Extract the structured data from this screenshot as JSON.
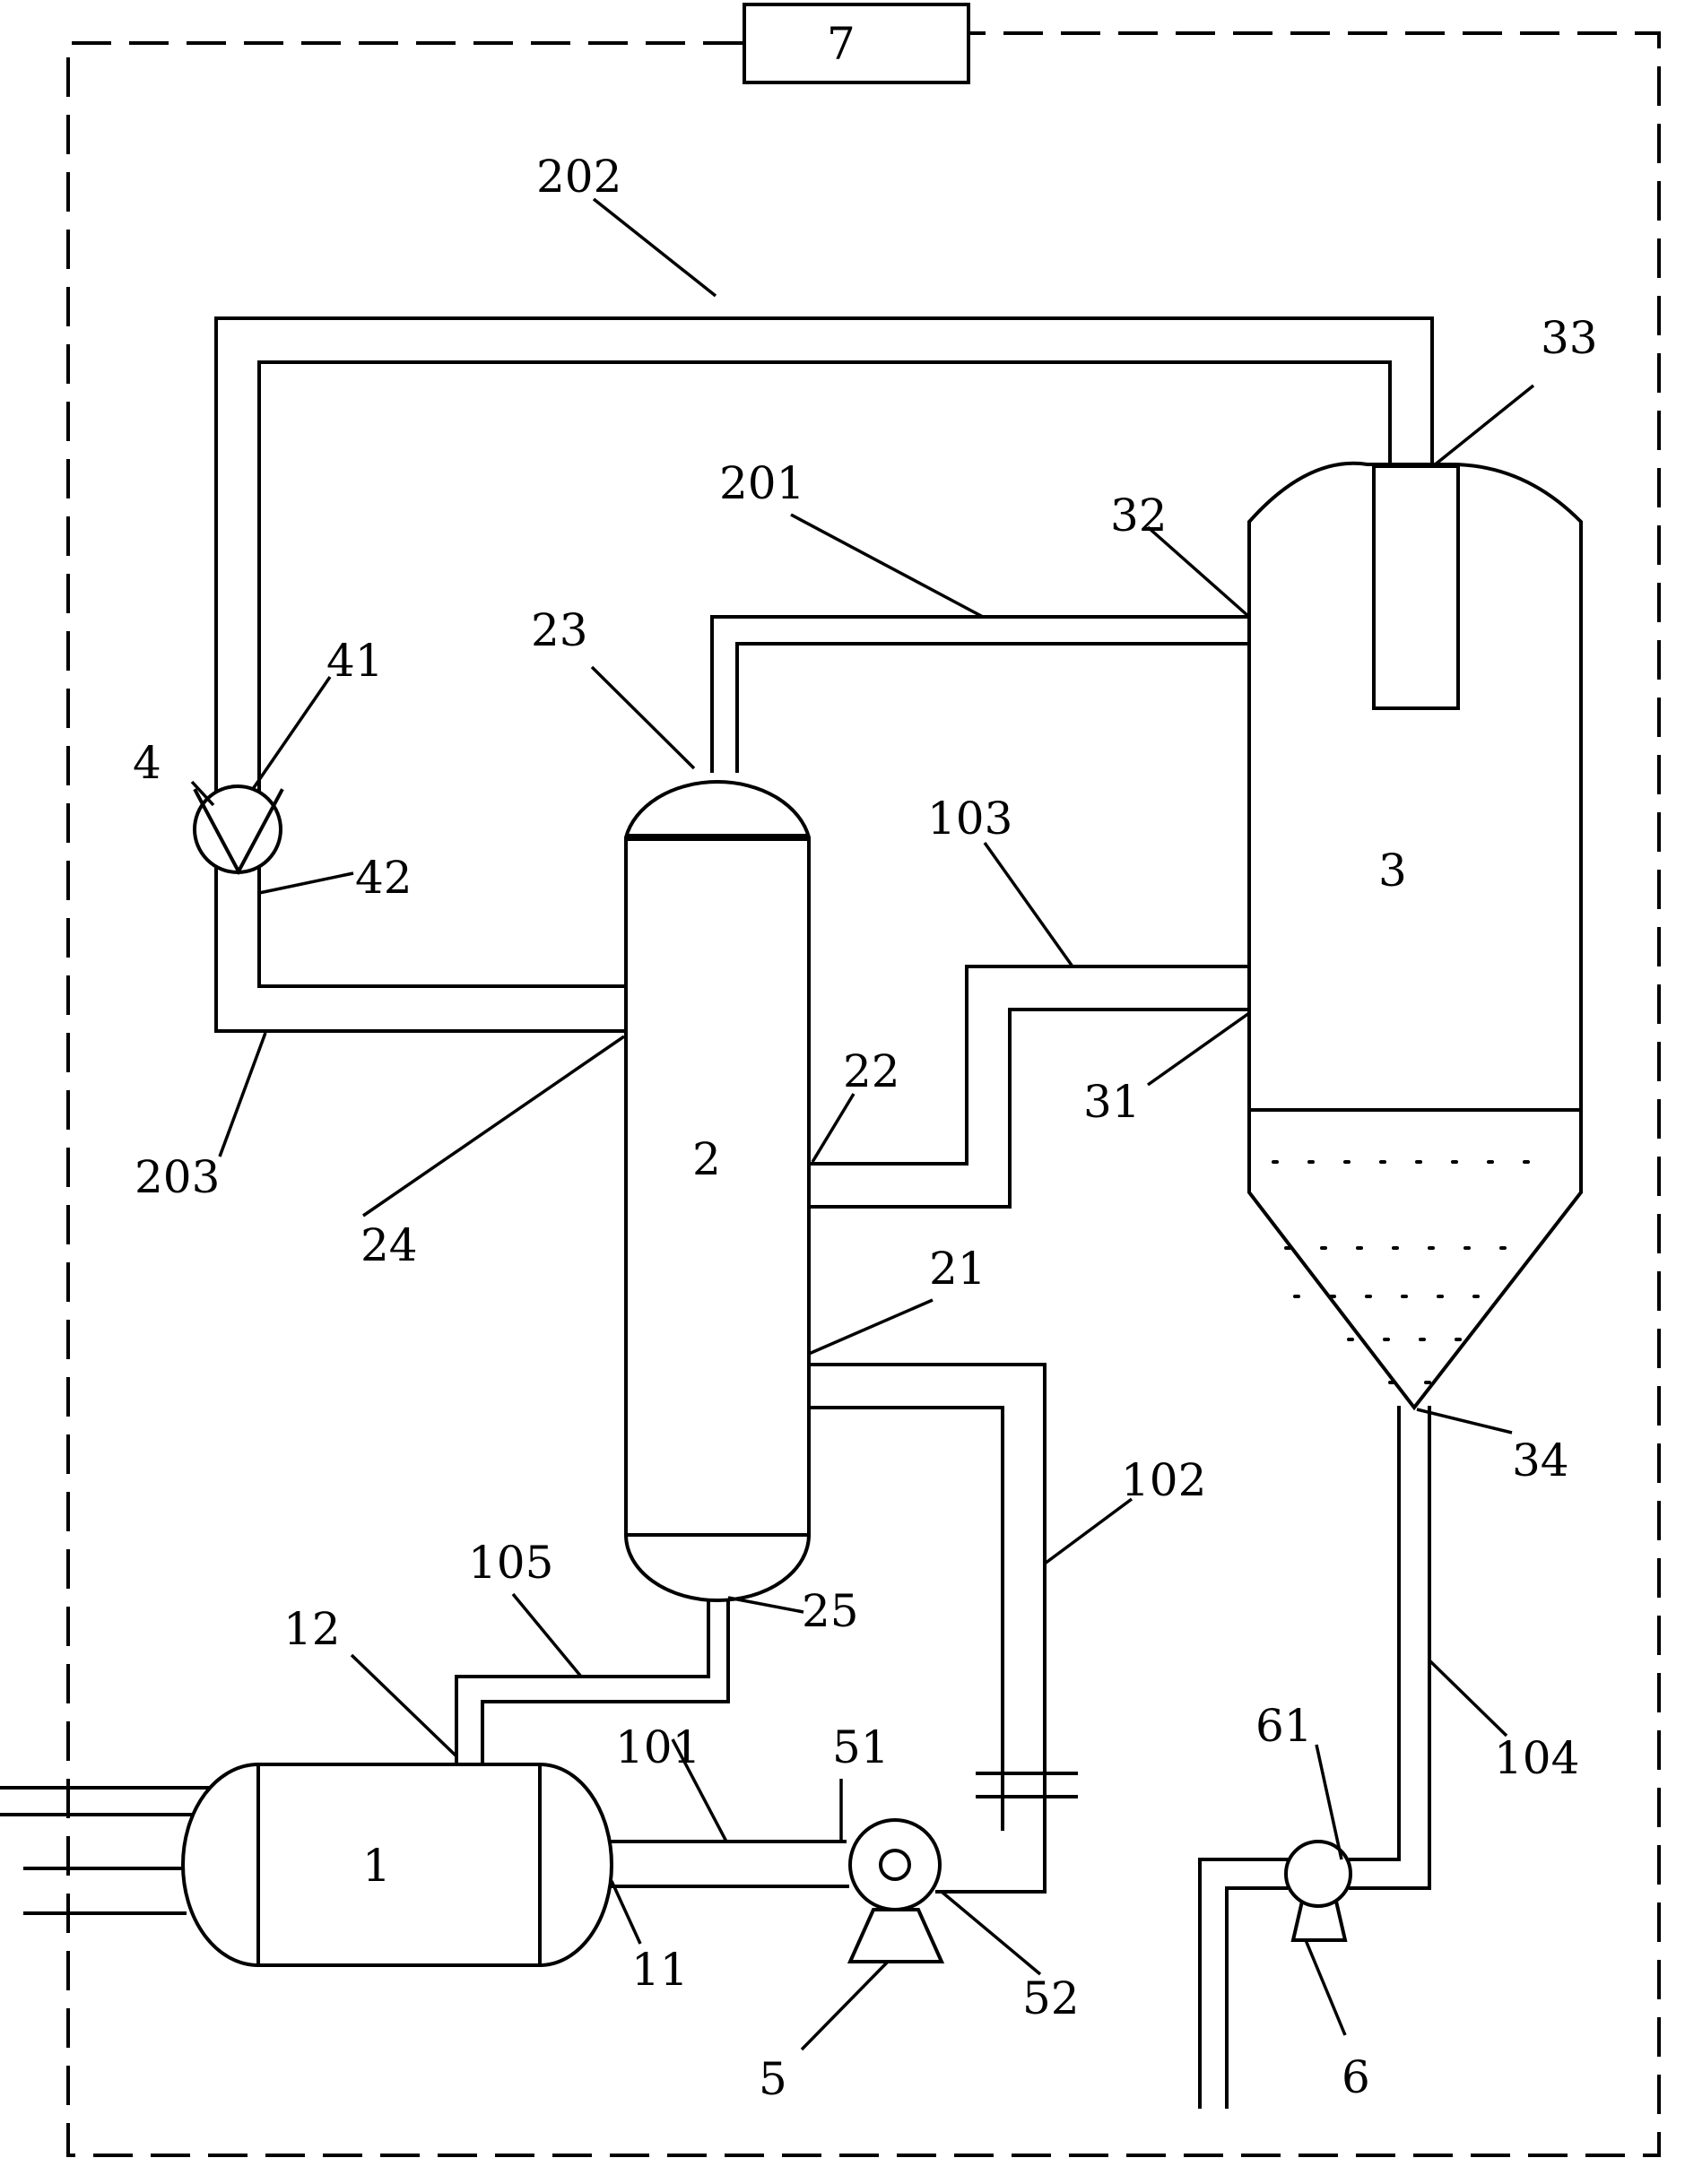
{
  "labels": {
    "controller": "7",
    "pipe_202": "202",
    "port_33": "33",
    "pipe_201": "201",
    "port_32": "32",
    "port_23": "23",
    "port_41": "41",
    "valve_4": "4",
    "port_42": "42",
    "pipe_103": "103",
    "vessel_3": "3",
    "port_22": "22",
    "port_31": "31",
    "column_2": "2",
    "pipe_203": "203",
    "port_24": "24",
    "port_21": "21",
    "port_34": "34",
    "pipe_102": "102",
    "pipe_105": "105",
    "port_25": "25",
    "port_12": "12",
    "pipe_101": "101",
    "port_51": "51",
    "port_61": "61",
    "pipe_104": "104",
    "tank_1": "1",
    "port_11": "11",
    "port_52": "52",
    "pump_5": "5",
    "pump_6": "6"
  }
}
